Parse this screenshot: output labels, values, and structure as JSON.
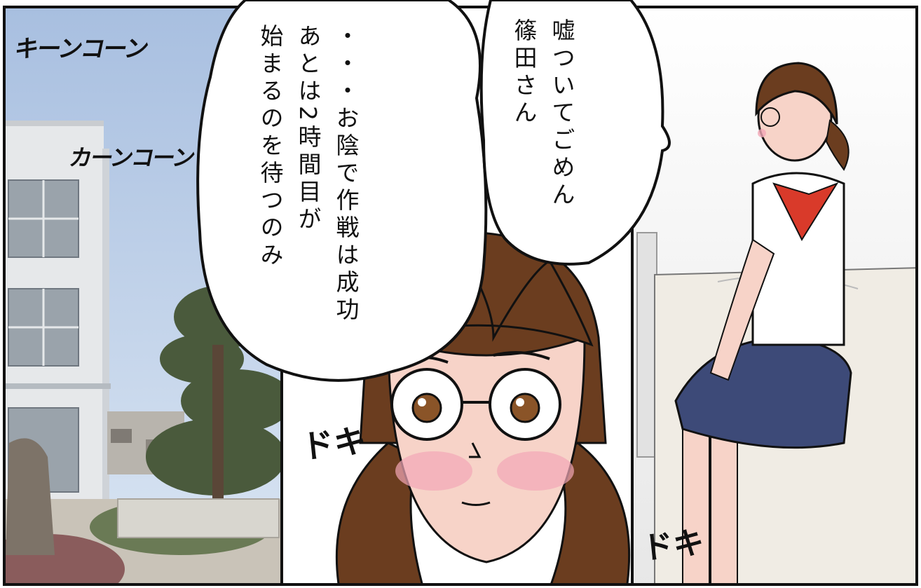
{
  "sound_effects": {
    "chime_1": "キーンコーン",
    "chime_2": "カーンコーン",
    "heartbeat_1": "ドキ",
    "heartbeat_2": "ドキ"
  },
  "speech": {
    "left_bubble_lines": [
      "・・・お陰で作戦は成功",
      "あとは2時間目が",
      "始まるのを待つのみ"
    ],
    "right_bubble_lines": [
      "嘘ついてごめん",
      "篠田さん"
    ]
  },
  "colors": {
    "sky": "#b9cce6",
    "skin": "#f7d3c8",
    "hair": "#6b3d1f",
    "skirt": "#3d4a78",
    "scarf": "#d93a2a",
    "blush": "#f2a7b7"
  }
}
